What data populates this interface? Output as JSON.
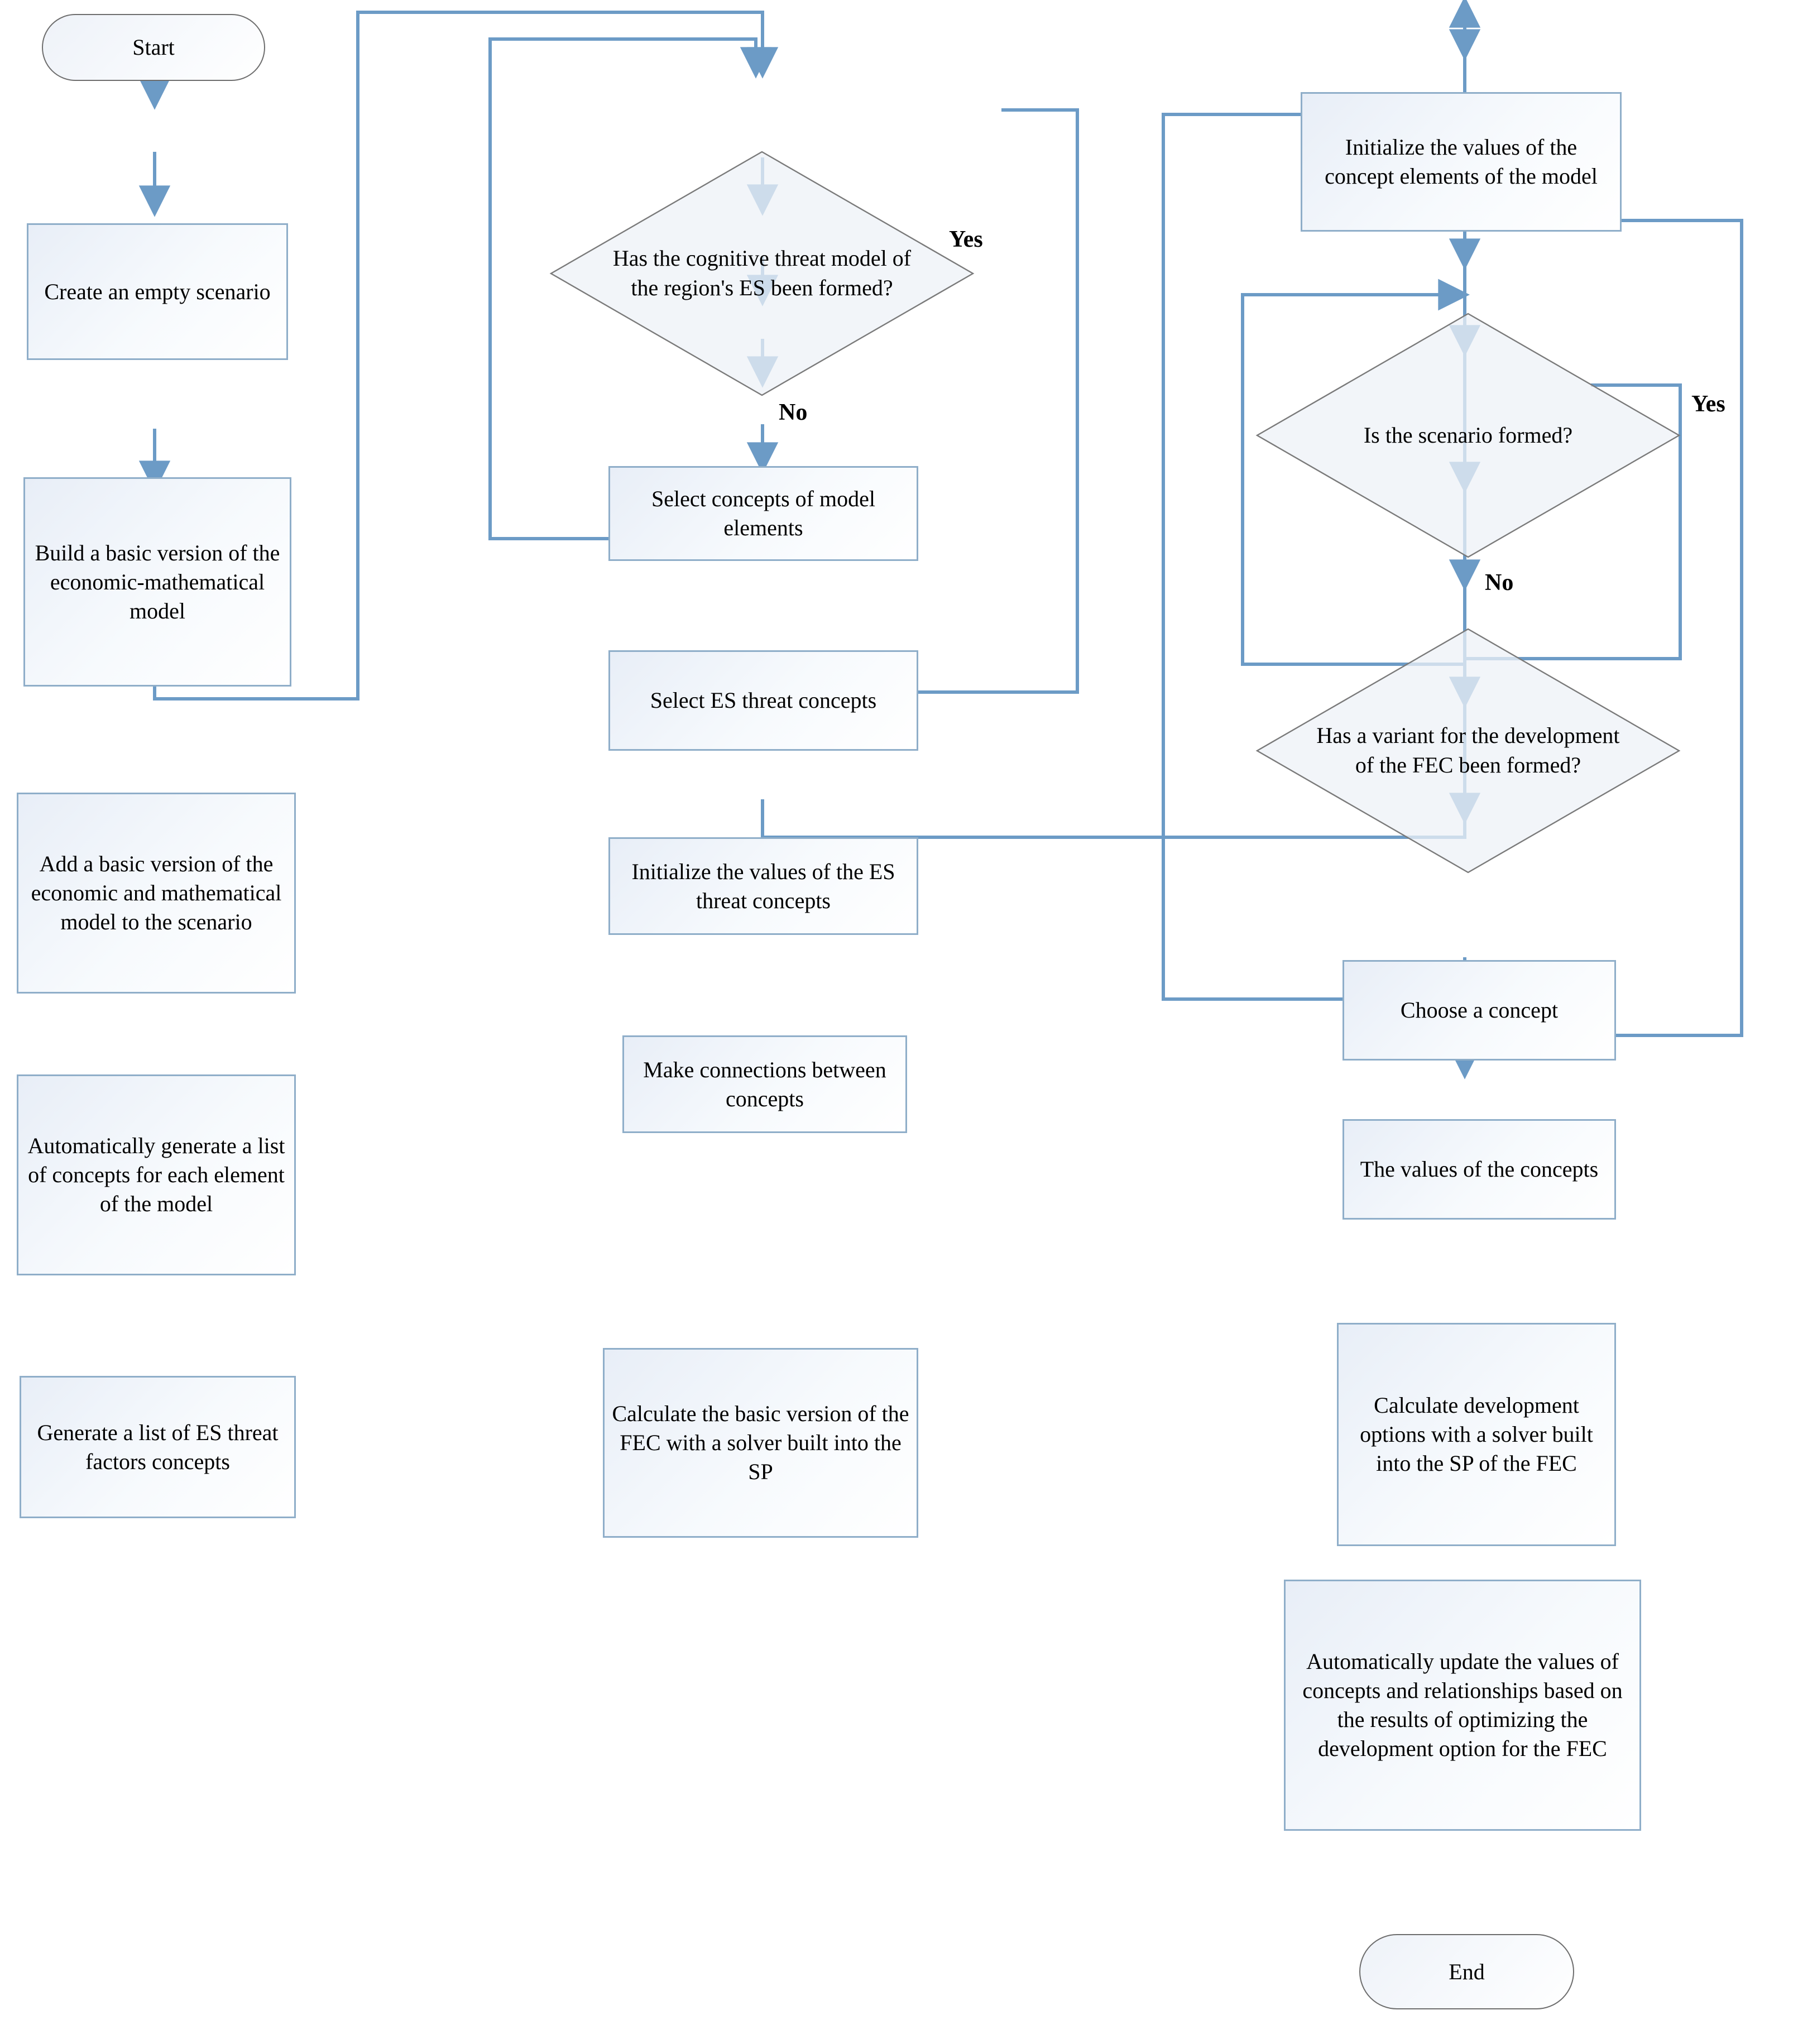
{
  "diagram": {
    "title": "Scenario / cognitive model construction flowchart",
    "colors": {
      "connector": "#6c9bc6",
      "process_border": "#8faec9",
      "process_fill": "#eef3f9",
      "terminator_border": "#6d6d6d",
      "text": "#000000",
      "background": "#ffffff"
    }
  },
  "nodes": {
    "start": {
      "label": "Start",
      "shape": "terminator"
    },
    "create_empty_scenario": {
      "label": "Create an empty scenario",
      "shape": "process"
    },
    "build_basic_model": {
      "label": "Build a basic version of the economic-mathematical model",
      "shape": "process"
    },
    "add_basic_model": {
      "label": "Add a basic version of the economic and mathematical model to the scenario",
      "shape": "process"
    },
    "auto_generate_concepts": {
      "label": "Automatically generate a list of concepts for each element of the model",
      "shape": "process"
    },
    "generate_threat_concepts": {
      "label": "Generate a list of ES threat factors concepts",
      "shape": "process"
    },
    "cognitive_model_formed": {
      "label": "Has the cognitive threat model of the region's ES been formed?",
      "shape": "decision"
    },
    "select_model_concepts": {
      "label": "Select concepts of model elements",
      "shape": "process"
    },
    "select_es_threat_concepts": {
      "label": "Select ES threat concepts",
      "shape": "process"
    },
    "init_es_threat_values": {
      "label": "Initialize the values of the ES threat concepts",
      "shape": "process"
    },
    "make_connections": {
      "label": "Make connections between concepts",
      "shape": "process"
    },
    "calculate_basic_fec": {
      "label": "Calculate the basic version of the FEC with a solver built into the SP",
      "shape": "process"
    },
    "init_concept_values": {
      "label": "Initialize the values of the concept elements of the model",
      "shape": "process"
    },
    "scenario_formed": {
      "label": "Is the scenario formed?",
      "shape": "decision"
    },
    "variant_formed": {
      "label": "Has a variant for the development of the FEC been formed?",
      "shape": "decision"
    },
    "choose_concept": {
      "label": "Choose a concept",
      "shape": "process"
    },
    "values_of_concepts": {
      "label": "The values of the concepts",
      "shape": "process"
    },
    "calculate_dev_options": {
      "label": "Calculate development options with a solver built into the SP of the FEC",
      "shape": "process"
    },
    "auto_update_values": {
      "label": "Automatically update the values of concepts and relationships based on the results of optimizing the development option for the FEC",
      "shape": "process"
    },
    "end": {
      "label": "End",
      "shape": "terminator"
    }
  },
  "edge_labels": {
    "cognitive_yes": "Yes",
    "cognitive_no": "No",
    "scenario_yes": "Yes",
    "scenario_no": "No"
  }
}
